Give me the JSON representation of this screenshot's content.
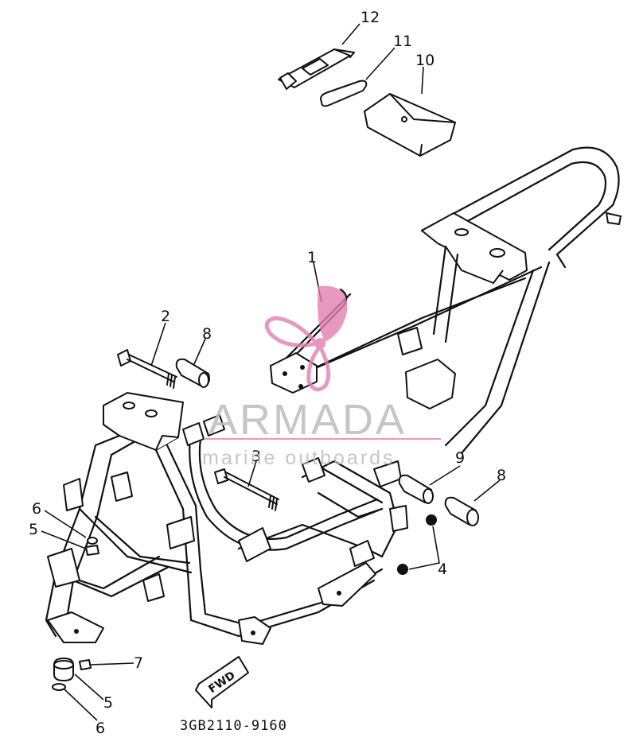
{
  "callouts": [
    {
      "id": "1",
      "label": "1"
    },
    {
      "id": "2",
      "label": "2"
    },
    {
      "id": "3",
      "label": "3"
    },
    {
      "id": "4",
      "label": "4"
    },
    {
      "id": "5a",
      "label": "5"
    },
    {
      "id": "5b",
      "label": "5"
    },
    {
      "id": "6a",
      "label": "6"
    },
    {
      "id": "6b",
      "label": "6"
    },
    {
      "id": "7",
      "label": "7"
    },
    {
      "id": "8a",
      "label": "8"
    },
    {
      "id": "8b",
      "label": "8"
    },
    {
      "id": "9",
      "label": "9"
    },
    {
      "id": "10",
      "label": "10"
    },
    {
      "id": "11",
      "label": "11"
    },
    {
      "id": "12",
      "label": "12"
    }
  ],
  "direction_marker": "FWD",
  "part_code": "3GB2110-9160",
  "watermark": {
    "title": "ARMADA",
    "subtitle": "marine outboards",
    "logo_color": "#e27fb0"
  }
}
